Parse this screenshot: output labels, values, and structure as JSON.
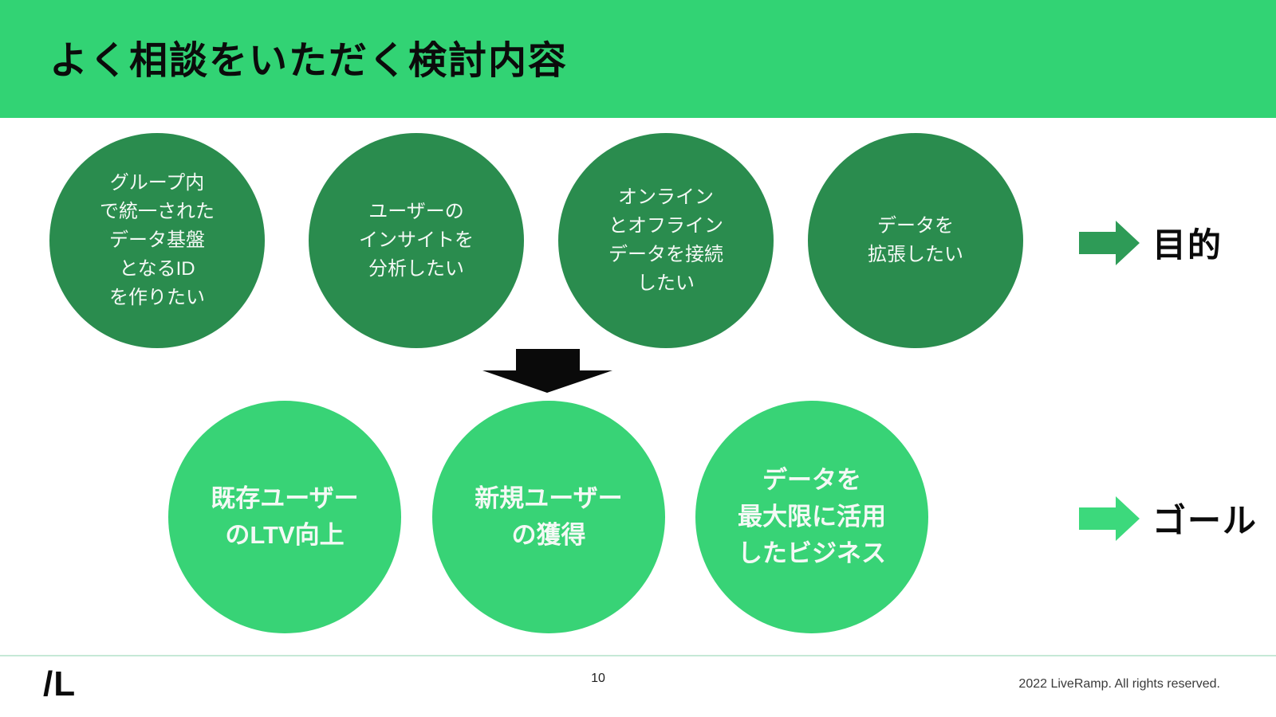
{
  "slide": {
    "title": "よく相談をいただく検討内容",
    "purpose_row": {
      "label": "目的",
      "circles": [
        {
          "text": "グループ内\nで統一された\nデータ基盤\nとなるID\nを作りたい"
        },
        {
          "text": "ユーザーの\nインサイトを\n分析したい"
        },
        {
          "text": "オンライン\nとオフライン\nデータを接続\nしたい"
        },
        {
          "text": "データを\n拡張したい"
        }
      ]
    },
    "goal_row": {
      "label": "ゴール",
      "circles": [
        {
          "text": "既存ユーザー\nのLTV向上"
        },
        {
          "text": "新規ユーザー\nの獲得"
        },
        {
          "text": "データを\n最大限に活用\nしたビジネス"
        }
      ]
    },
    "footer": {
      "logo": "/L",
      "page_number": "10",
      "copyright": "2022 LiveRamp. All rights reserved."
    },
    "colors": {
      "header_green": "#32d374",
      "purpose_green": "#2a8c4e",
      "purpose_arrow_green": "#2e9b57",
      "goal_green": "#38d376",
      "goal_arrow_green": "#3cd97c",
      "ink": "#0b0b0b",
      "circle_text": "#f4f9f5",
      "divider": "#c6e9d6"
    }
  }
}
